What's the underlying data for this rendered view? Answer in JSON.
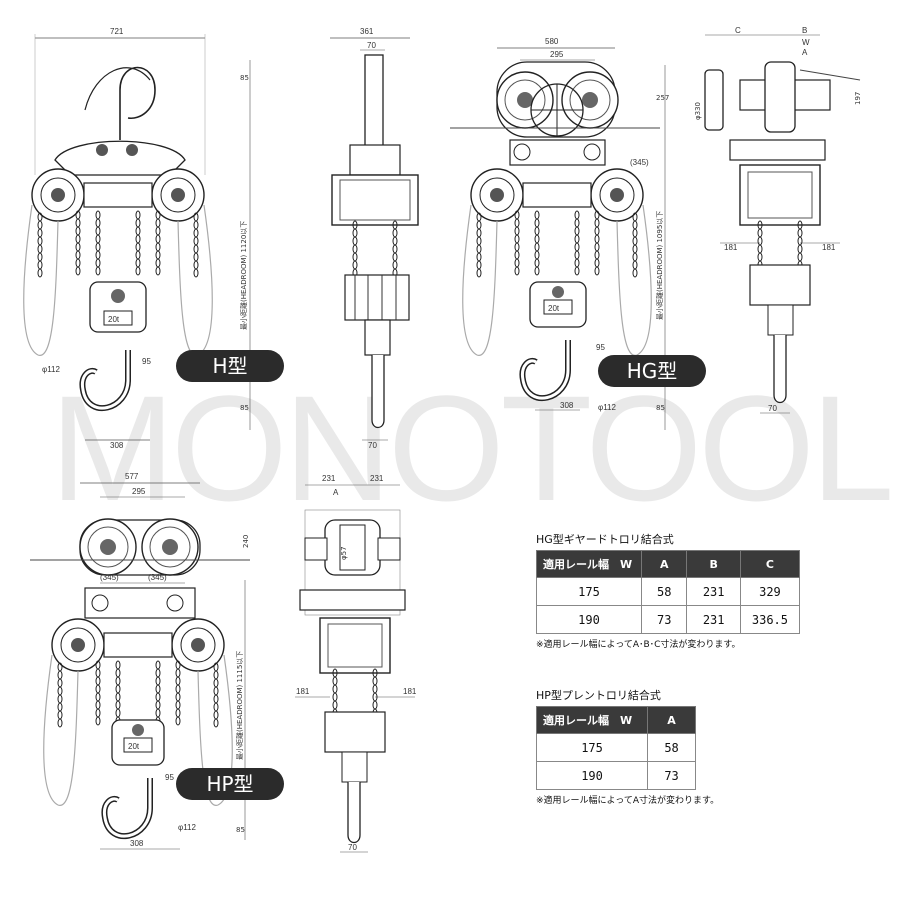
{
  "watermark": "MONOTOOL",
  "badges": {
    "h": "H型",
    "hg": "HG型",
    "hp": "HP型"
  },
  "dims": {
    "h_width": "721",
    "h_top": "85",
    "h_headroom": "最小距離(HEADROOM) 1120以下",
    "h_phi": "φ112",
    "h_r": "95",
    "h_bottom": "85",
    "h_hook": "308",
    "hs_width": "361",
    "hs_rod": "70",
    "hs_bottom": "70",
    "hg_width": "580",
    "hg_inner": "295",
    "hg_257": "257",
    "hg_345": "(345)",
    "hg_headroom": "最小距離(HEADROOM) 1095以下",
    "hg_95": "95",
    "hg_hook": "308",
    "hg_phi": "φ112",
    "hg_85": "85",
    "hgs_c": "C",
    "hgs_b": "B",
    "hgs_w": "W",
    "hgs_a": "A",
    "hgs_330": "φ330",
    "hgs_197": "197",
    "hgs_181l": "181",
    "hgs_181r": "181",
    "hgs_70": "70",
    "hp_width": "577",
    "hp_inner": "295",
    "hp_240": "240",
    "hp_345l": "(345)",
    "hp_345r": "(345)",
    "hp_headroom": "最小距離(HEADROOM) 1115以下",
    "hp_95": "95",
    "hp_phi": "φ112",
    "hp_85": "85",
    "hp_hook": "308",
    "hps_231l": "231",
    "hps_231r": "231",
    "hps_a": "A",
    "hps_57": "φ57",
    "hps_181l": "181",
    "hps_181r": "181",
    "hps_70": "70",
    "load": "20t"
  },
  "table_hg": {
    "title": "HG型ギヤードトロリ結合式",
    "headers": [
      "適用レール幅　W",
      "A",
      "B",
      "C"
    ],
    "rows": [
      [
        "175",
        "58",
        "231",
        "329"
      ],
      [
        "190",
        "73",
        "231",
        "336.5"
      ]
    ],
    "note": "※適用レール幅によってA･B･C寸法が変わります。"
  },
  "table_hp": {
    "title": "HP型プレントロリ結合式",
    "headers": [
      "適用レール幅　W",
      "A"
    ],
    "rows": [
      [
        "175",
        "58"
      ],
      [
        "190",
        "73"
      ]
    ],
    "note": "※適用レール幅によってA寸法が変わります。"
  }
}
